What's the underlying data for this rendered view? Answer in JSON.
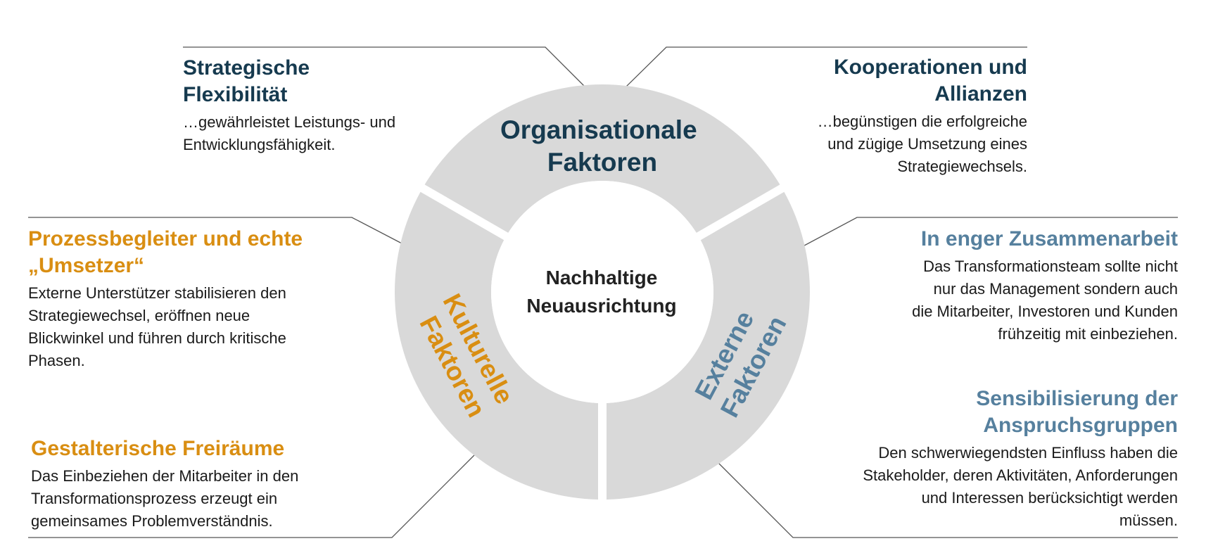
{
  "center": {
    "label": "Nachhaltige\nNeuausrichtung"
  },
  "segments": {
    "organisational": {
      "label_line1": "Organisationale",
      "label_line2": "Faktoren",
      "color": "#163a4f"
    },
    "kulturell": {
      "label_line1": "Kulturelle",
      "label_line2": "Faktoren",
      "color": "#d98e12"
    },
    "extern": {
      "label_line1": "Externe",
      "label_line2": "Faktoren",
      "color": "#56809e"
    }
  },
  "colors": {
    "ring": "#d9d9d9",
    "connector": "#555555"
  },
  "blocks": {
    "strategische": {
      "title": "Strategische\nFlexibilität",
      "body": "…gewährleistet Leistungs- und\nEntwicklungsfähigkeit."
    },
    "kooperationen": {
      "title": "Kooperationen und\nAllianzen",
      "body": "…begünstigen die erfolgreiche\nund zügige Umsetzung eines\nStrategiewechsels."
    },
    "prozessbegleiter": {
      "title": "Prozessbegleiter und echte\n„Umsetzer“",
      "body": "Externe Unterstützer stabilisieren den\nStrategiewechsel, eröffnen neue\nBlickwinkel und führen durch kritische\nPhasen."
    },
    "gestalterische": {
      "title": "Gestalterische Freiräume",
      "body": "Das Einbeziehen der Mitarbeiter in den\nTransformationsprozess erzeugt ein\ngemeinsames Problemverständnis."
    },
    "zusammenarbeit": {
      "title": "In enger Zusammenarbeit",
      "body": "Das Transformationsteam sollte nicht\nnur das Management sondern auch\ndie Mitarbeiter, Investoren und Kunden\nfrühzeitig mit einbeziehen."
    },
    "sensibilisierung": {
      "title": "Sensibilisierung der\nAnspruchsgruppen",
      "body": "Den schwerwiegendsten Einfluss haben die\nStakeholder, deren Aktivitäten, Anforderungen\nund Interessen berücksichtigt werden\nmüssen."
    }
  }
}
